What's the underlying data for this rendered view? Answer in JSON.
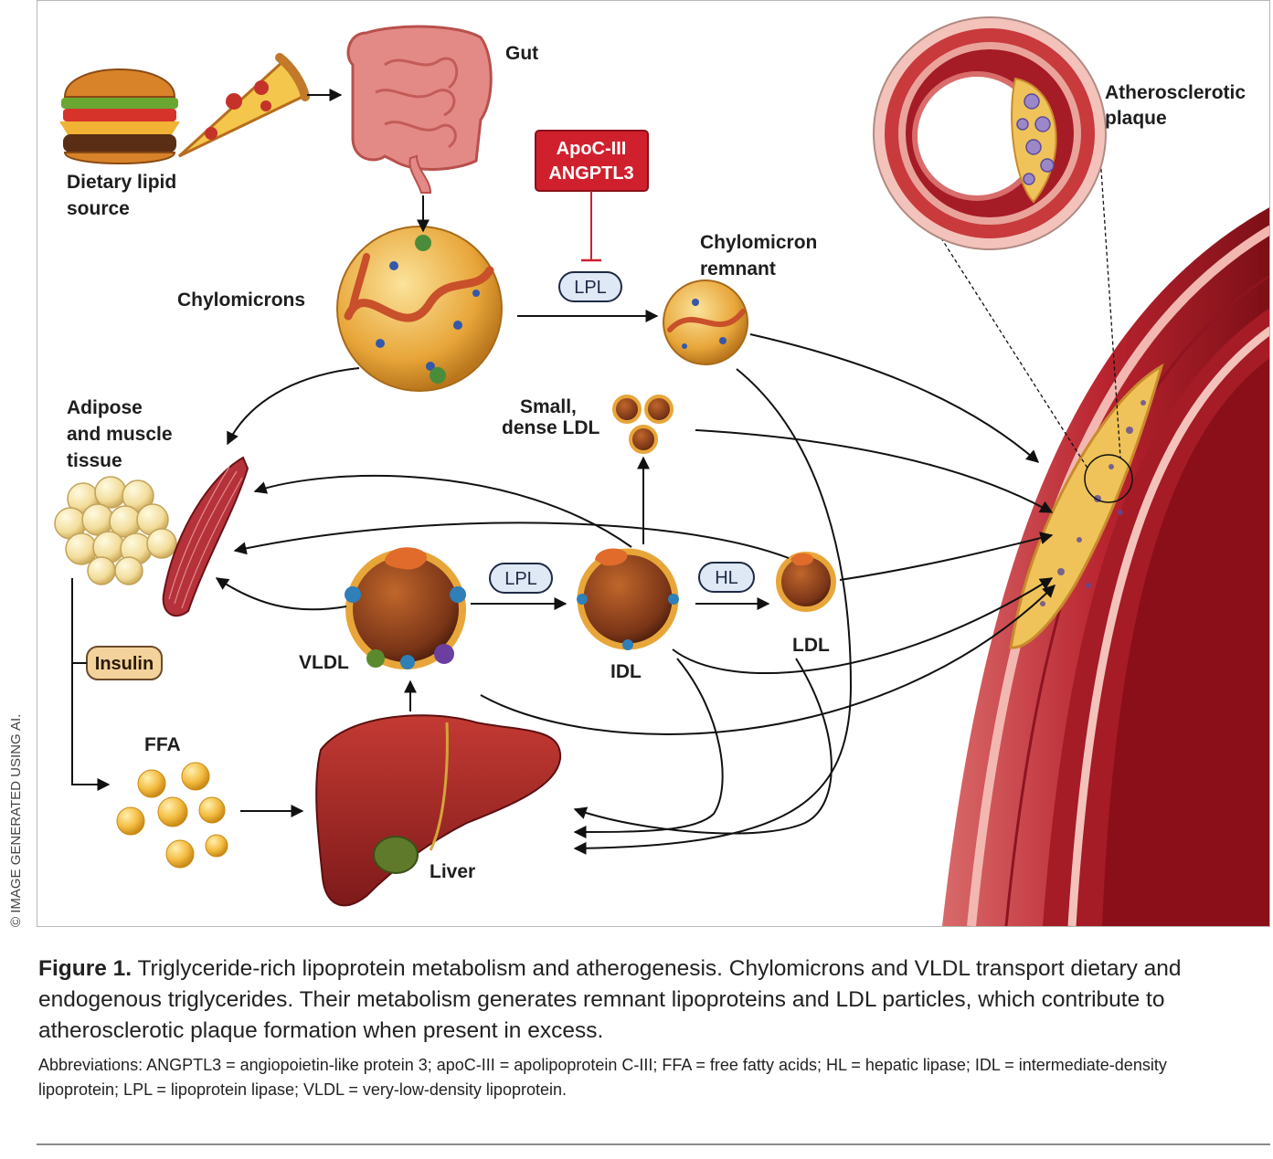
{
  "labels": {
    "dietary": [
      "Dietary lipid",
      "source"
    ],
    "gut": "Gut",
    "inhibitors": [
      "ApoC-III",
      "ANGPTL3"
    ],
    "chylomicrons": "Chylomicrons",
    "remnant": [
      "Chylomicron",
      "remnant"
    ],
    "plaque": [
      "Atherosclerotic",
      "plaque"
    ],
    "adipose": [
      "Adipose",
      "and muscle",
      "tissue"
    ],
    "small_ldl": [
      "Small,",
      "dense LDL"
    ],
    "lpl": "LPL",
    "hl": "HL",
    "vldl": "VLDL",
    "idl": "IDL",
    "ldl": "LDL",
    "insulin": "Insulin",
    "ffa": "FFA",
    "liver": "Liver"
  },
  "credit": "© IMAGE GENERATED USING AI.",
  "caption": {
    "figure_label": "Figure 1.",
    "text": "Triglyceride-rich lipoprotein metabolism and atherogenesis. Chylomicrons and VLDL transport dietary and endogenous triglycerides. Their metabolism generates remnant lipoproteins and LDL particles, which contribute to atherosclerotic plaque formation when present in excess.",
    "abbreviations": "Abbreviations: ANGPTL3 = angiopoietin-like protein 3; apoC-III = apolipoprotein C-III; FFA = free fatty acids; HL = hepatic lipase; IDL = intermediate-density lipoprotein; LPL = lipoprotein lipase; VLDL = very-low-density lipoprotein."
  },
  "colors": {
    "inhibitor_box": "#d0202e",
    "pill_fill": "#dfe8f5",
    "pill_stroke": "#1e2a44",
    "insulin_fill": "#f3d39b",
    "insulin_stroke": "#6b4a2b",
    "vessel": "#b8232e",
    "plaque": "#efc35a",
    "liver": "#a8252a",
    "particle": "#e8a63a"
  }
}
